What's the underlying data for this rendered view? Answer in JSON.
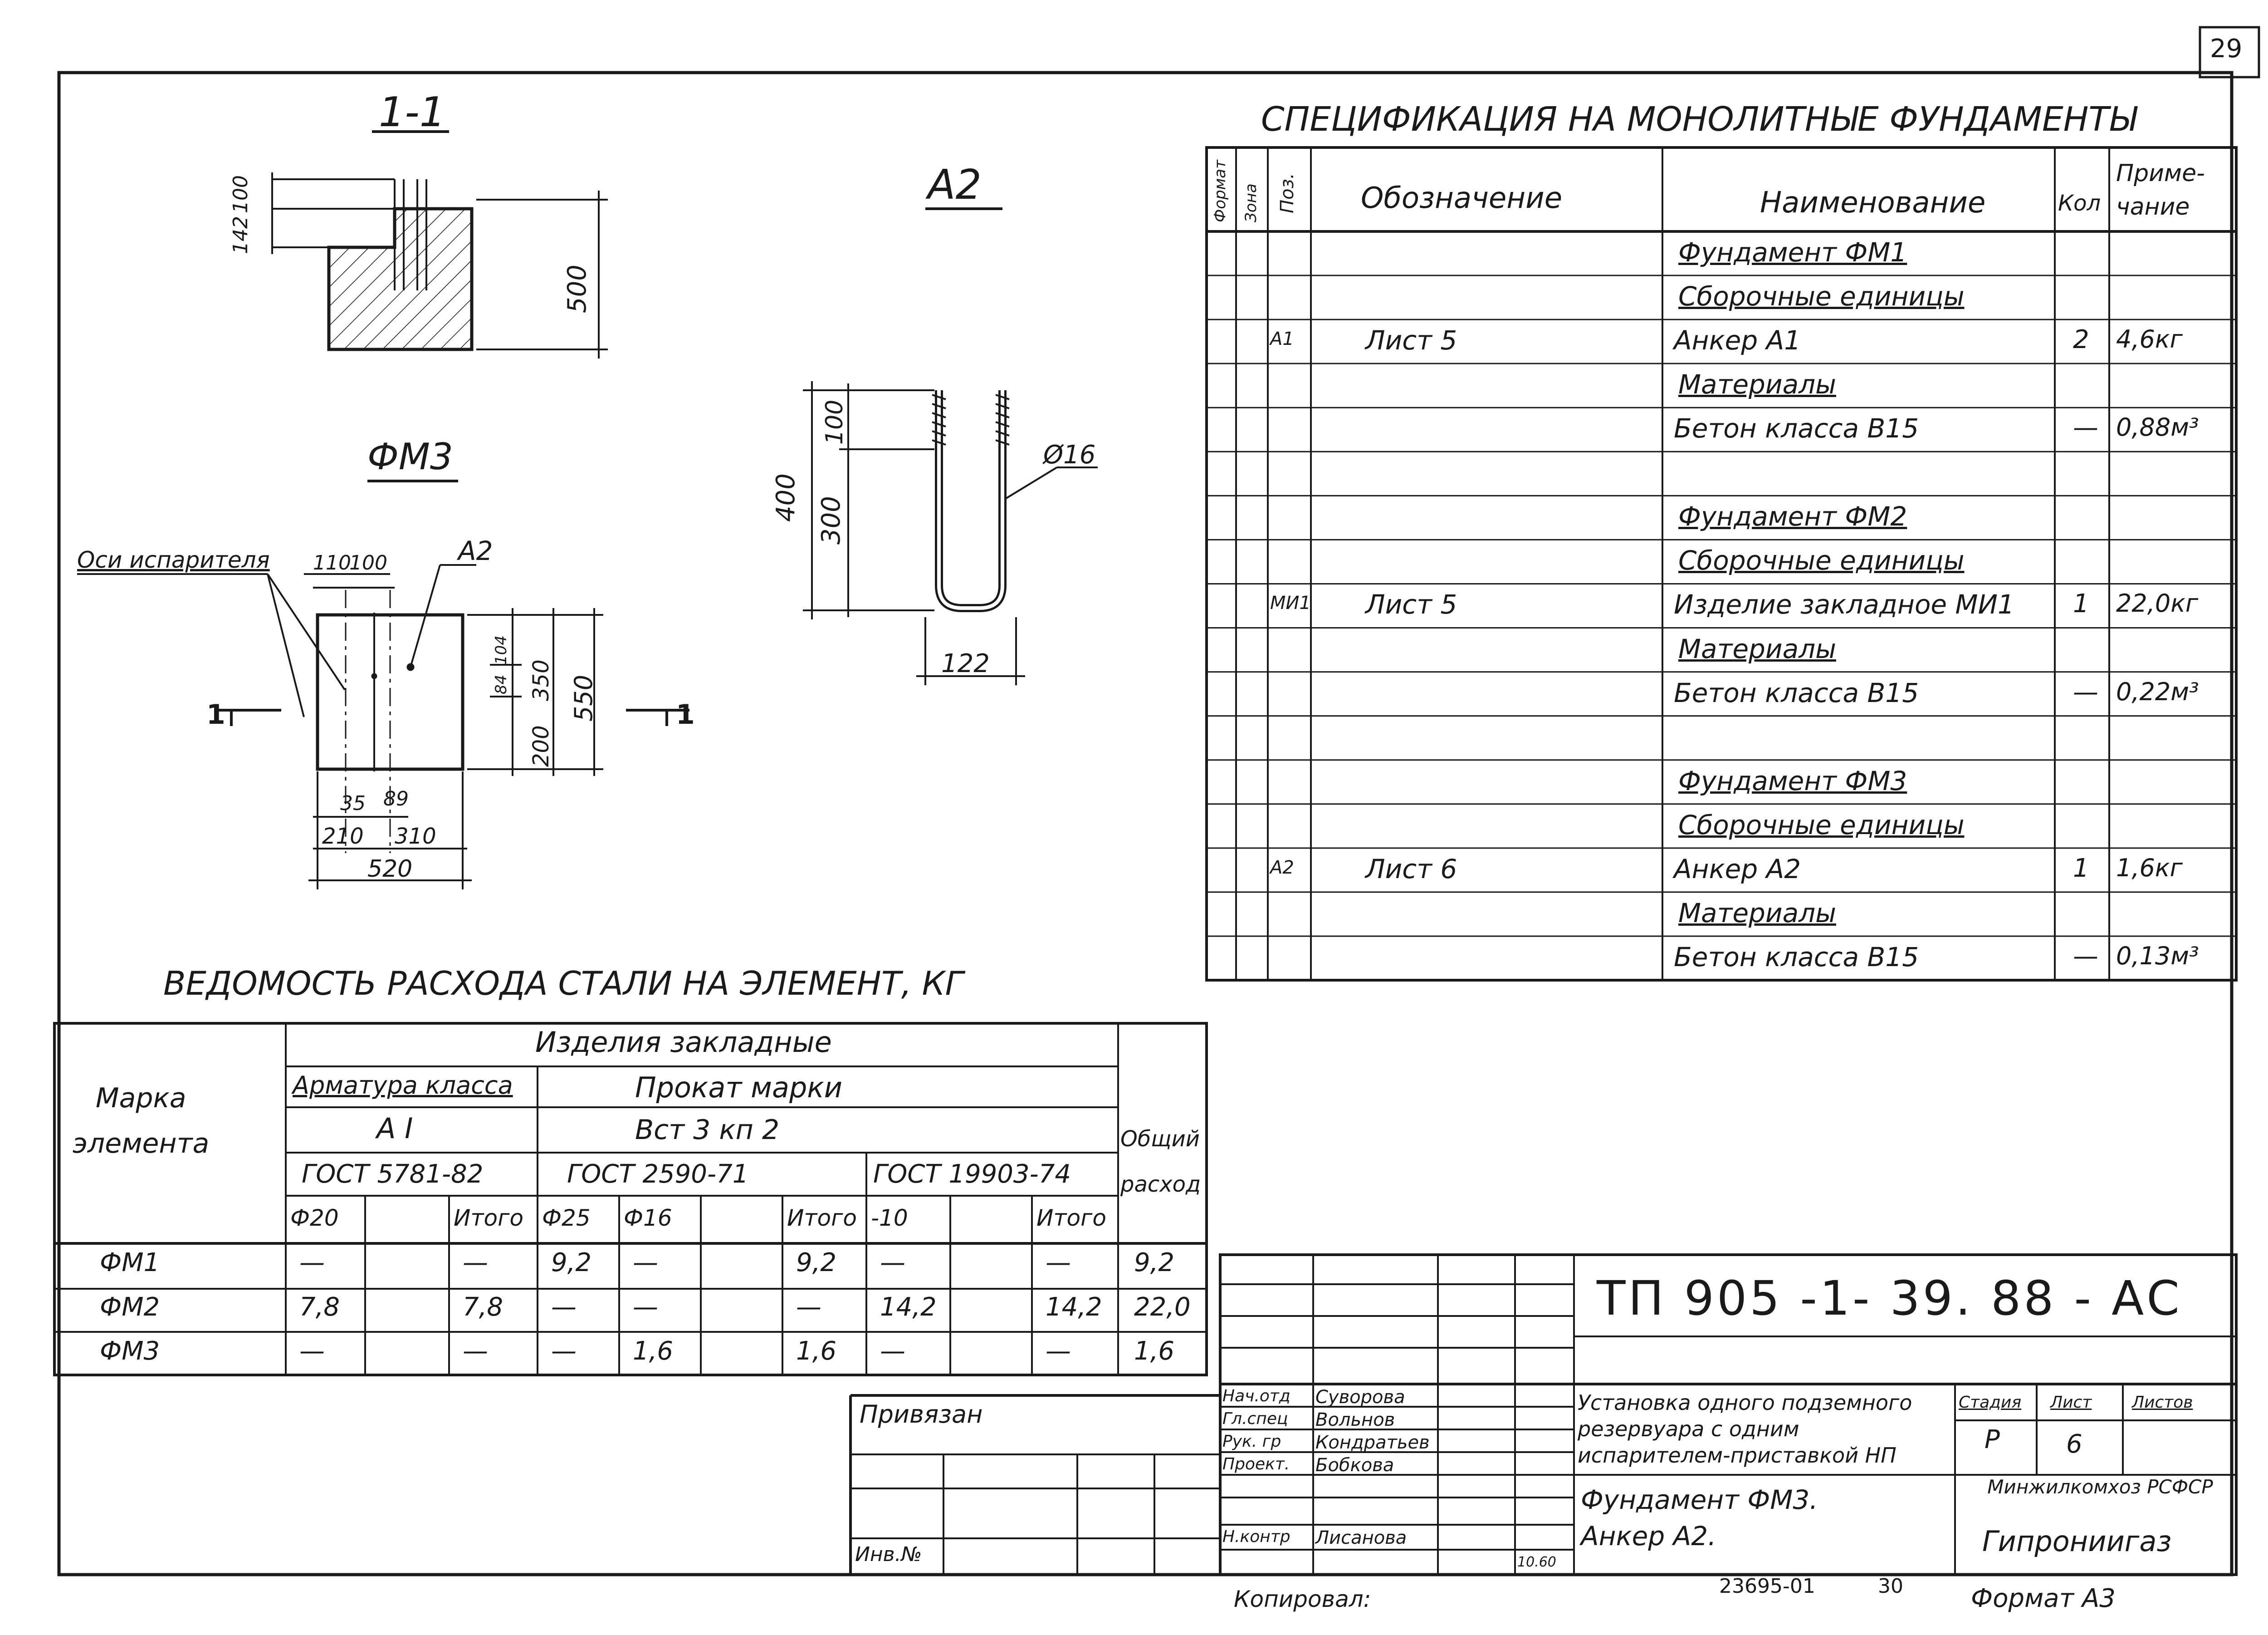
{
  "sheet_number": "29",
  "drawings": {
    "section_1_1": {
      "title": "1-1",
      "dims": [
        "100",
        "142",
        "500"
      ]
    },
    "anchor_a2": {
      "title": "А2",
      "dims": [
        "400",
        "100",
        "300",
        "Ø16",
        "122"
      ]
    },
    "plan_fm3": {
      "title": "ФМ3",
      "axis_label": "Оси испарителя",
      "anchor_ref": "А2",
      "dims_top": [
        "110",
        "100"
      ],
      "dims_right": [
        "104",
        "84",
        "350",
        "200",
        "550"
      ],
      "dims_bottom": [
        "35",
        "89",
        "210",
        "310",
        "520"
      ],
      "cut_left": "1",
      "cut_right": "1"
    }
  },
  "spec": {
    "title": "СПЕЦИФИКАЦИЯ НА МОНОЛИТНЫЕ ФУНДАМЕНТЫ",
    "headers": [
      "Формат",
      "Зона",
      "Поз.",
      "Обозначение",
      "Наименование",
      "Кол",
      "Приме-\nчание"
    ],
    "rows": [
      {
        "pos": "",
        "desig": "",
        "name": "Фундамент ФМ1",
        "qty": "",
        "note": "",
        "underline": true
      },
      {
        "pos": "",
        "desig": "",
        "name": "Сборочные единицы",
        "qty": "",
        "note": "",
        "underline": true
      },
      {
        "pos": "А1",
        "desig": "Лист 5",
        "name": "Анкер А1",
        "qty": "2",
        "note": "4,6кг"
      },
      {
        "pos": "",
        "desig": "",
        "name": "Материалы",
        "qty": "",
        "note": "",
        "underline": true
      },
      {
        "pos": "",
        "desig": "",
        "name": "Бетон класса В15",
        "qty": "—",
        "note": "0,88м³"
      },
      {
        "pos": "",
        "desig": "",
        "name": "",
        "qty": "",
        "note": ""
      },
      {
        "pos": "",
        "desig": "",
        "name": "Фундамент ФМ2",
        "qty": "",
        "note": "",
        "underline": true
      },
      {
        "pos": "",
        "desig": "",
        "name": "Сборочные единицы",
        "qty": "",
        "note": "",
        "underline": true
      },
      {
        "pos": "МИ1",
        "desig": "Лист 5",
        "name": "Изделие закладное МИ1",
        "qty": "1",
        "note": "22,0кг"
      },
      {
        "pos": "",
        "desig": "",
        "name": "Материалы",
        "qty": "",
        "note": "",
        "underline": true
      },
      {
        "pos": "",
        "desig": "",
        "name": "Бетон класса В15",
        "qty": "—",
        "note": "0,22м³"
      },
      {
        "pos": "",
        "desig": "",
        "name": "",
        "qty": "",
        "note": ""
      },
      {
        "pos": "",
        "desig": "",
        "name": "Фундамент ФМ3",
        "qty": "",
        "note": "",
        "underline": true
      },
      {
        "pos": "",
        "desig": "",
        "name": "Сборочные единицы",
        "qty": "",
        "note": "",
        "underline": true
      },
      {
        "pos": "А2",
        "desig": "Лист 6",
        "name": "Анкер А2",
        "qty": "1",
        "note": "1,6кг"
      },
      {
        "pos": "",
        "desig": "",
        "name": "Материалы",
        "qty": "",
        "note": "",
        "underline": true
      },
      {
        "pos": "",
        "desig": "",
        "name": "Бетон класса В15",
        "qty": "—",
        "note": "0,13м³"
      }
    ]
  },
  "steel": {
    "title": "ВЕДОМОСТЬ РАСХОДА СТАЛИ НА ЭЛЕМЕНТ, КГ",
    "h_mark": "Марка\nэлемента",
    "h_items": "Изделия закладные",
    "h_rebar": "Арматура класса",
    "h_rebar_class": "А I",
    "h_rebar_gost": "ГОСТ 5781-82",
    "h_rolled": "Прокат марки",
    "h_rolled_grade": "Вст 3 кп 2",
    "h_gost2590": "ГОСТ 2590-71",
    "h_gost19903": "ГОСТ 19903-74",
    "h_total": "Общий\nрасход",
    "sub": [
      "Ф20",
      "",
      "Итого",
      "Ф25",
      "Ф16",
      "",
      "Итого",
      "-10",
      "",
      "Итого"
    ],
    "rows": [
      [
        "ФМ1",
        "—",
        "",
        "—",
        "9,2",
        "—",
        "",
        "9,2",
        "—",
        "",
        "—",
        "9,2"
      ],
      [
        "ФМ2",
        "7,8",
        "",
        "7,8",
        "—",
        "—",
        "",
        "—",
        "14,2",
        "",
        "14,2",
        "22,0"
      ],
      [
        "ФМ3",
        "—",
        "",
        "—",
        "—",
        "1,6",
        "",
        "1,6",
        "—",
        "",
        "—",
        "1,6"
      ]
    ]
  },
  "stamp": {
    "privyazan": "Привязан",
    "inv_no": "Инв.№",
    "code": "ТП 905 -1- 39. 88 - АС",
    "roles": [
      "Нач.отд",
      "Гл.спец",
      "Рук. гр",
      "Проект.",
      "Н.контр"
    ],
    "names": [
      "Суворова",
      "Вольнов",
      "Кондратьев",
      "Бобкова",
      "Лисанова"
    ],
    "date_code": "10.60",
    "project_title": "Установка одного подземного резервуара с одним испарителем-приставкой НП",
    "sheet_title": "Фундамент ФМ3.\nАнкер А2.",
    "stage_label": "Стадия",
    "sheet_label": "Лист",
    "sheets_label": "Листов",
    "stage": "Р",
    "sheet": "6",
    "org1": "Минжилкомхоз РСФСР",
    "org2": "Гипрониигаз"
  },
  "footer": {
    "copied": "Копировал:",
    "number": "23695-01",
    "sheet_no": "30",
    "format": "Формат А3"
  }
}
